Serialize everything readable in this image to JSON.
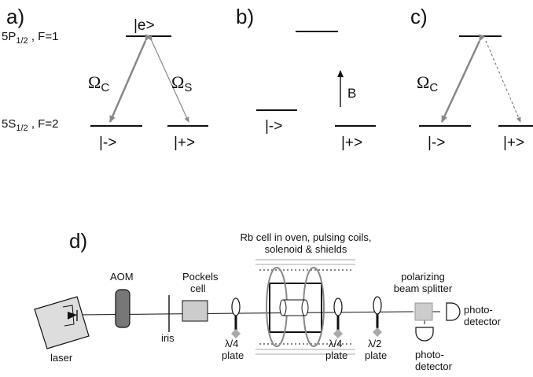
{
  "panels": {
    "a": {
      "label": "a)",
      "upper_level": "5P",
      "upper_level_sub": "1/2",
      "upper_level_suffix": " , F=1",
      "lower_level": "5S",
      "lower_level_sub": "1/2",
      "lower_level_suffix": " , F=2",
      "excited": "|e>",
      "ground_minus": "|->",
      "ground_plus": "|+>",
      "omega_c": "Ω",
      "omega_c_sub": "C",
      "omega_s": "Ω",
      "omega_s_sub": "S"
    },
    "b": {
      "label": "b)",
      "ground_minus": "|->",
      "ground_plus": "|+>",
      "field": "B"
    },
    "c": {
      "label": "c)",
      "ground_minus": "|->",
      "ground_plus": "|+>",
      "omega_c": "Ω",
      "omega_c_sub": "C"
    },
    "d": {
      "label": "d)",
      "cell_title_1": "Rb cell in oven, pulsing coils,",
      "cell_title_2": "solenoid & shields",
      "aom": "AOM",
      "pockels_1": "Pockels",
      "pockels_2": "cell",
      "pbs_1": "polarizing",
      "pbs_2": "beam splitter",
      "laser": "laser",
      "iris": "iris",
      "qwp1_1": "λ/4",
      "qwp1_2": "plate",
      "qwp2_1": "λ/4",
      "qwp2_2": "plate",
      "hwp_1": "λ/2",
      "hwp_2": "plate",
      "pd1_1": "photo-",
      "pd1_2": "detector",
      "pd2_1": "photo-",
      "pd2_2": "detector"
    }
  },
  "colors": {
    "line": "#111111",
    "arrow": "#888888",
    "component": "#cccccc",
    "aom": "#777777"
  }
}
